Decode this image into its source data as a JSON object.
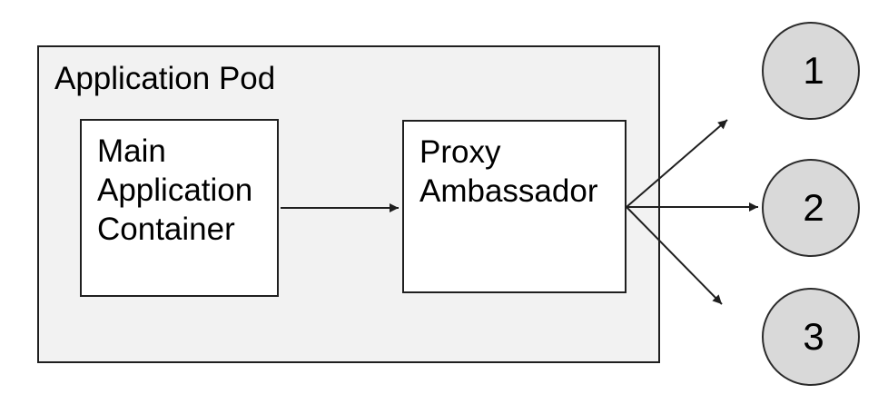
{
  "pod": {
    "label": "Application Pod"
  },
  "nodes": {
    "main": {
      "label": "Main Application Container"
    },
    "proxy": {
      "label": "Proxy Ambassador"
    }
  },
  "endpoints": [
    {
      "label": "1"
    },
    {
      "label": "2"
    },
    {
      "label": "3"
    }
  ],
  "arrows": [
    {
      "name": "main-to-proxy"
    },
    {
      "name": "proxy-to-endpoint-1"
    },
    {
      "name": "proxy-to-endpoint-2"
    },
    {
      "name": "proxy-to-endpoint-3"
    }
  ],
  "colors": {
    "canvas_bg": "#ffffff",
    "pod_fill": "#f2f2f2",
    "node_fill": "#ffffff",
    "endpoint_fill": "#d9d9d9",
    "stroke": "#1f1f1f"
  }
}
